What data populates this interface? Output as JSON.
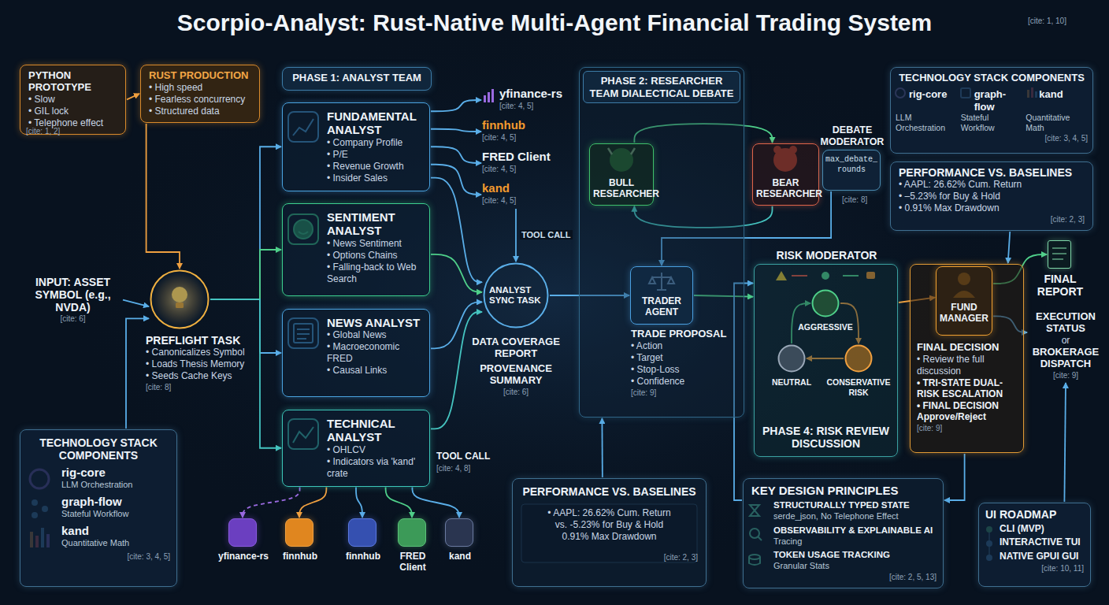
{
  "diagram": {
    "title": "Scorpio-Analyst: Rust-Native Multi-Agent Financial Trading System",
    "nodes": [
      {
        "text": [
          "PYTHON PROTOTYPE",
          "• Slow",
          "• GIL lock",
          "• Telephone effect"
        ]
      },
      {
        "text": [
          "RUST PRODUCTION",
          "• High speed",
          "• Fearless concurrency",
          "• Structured data"
        ]
      },
      {
        "text": [
          "INPUT: ASSET SYMBOL (e.g., NVDA)",
          "[cite: 6]"
        ]
      },
      {
        "text": [
          "PREFLIGHT TASK",
          "• Canonicalizes Symbol",
          "• Loads Thesis Memory",
          "• Seeds Cache Keys",
          "[cite: 8]"
        ]
      },
      {
        "text": [
          "PHASE 1: ANALYST TEAM"
        ]
      },
      {
        "text": [
          "FUNDAMENTAL ANALYST",
          "• Company Profile",
          "• P/E",
          "• Revenue Growth",
          "• Insider Sales"
        ]
      },
      {
        "text": [
          "SENTIMENT ANALYST",
          "• News Sentiment",
          "• Options Chains",
          "• Falling-back to Web Search"
        ]
      },
      {
        "text": [
          "NEWS ANALYST",
          "• Global News",
          "• Macroeconomic FRED",
          "• Causal Links"
        ]
      },
      {
        "text": [
          "TECHNICAL ANALYST",
          "• OHLCV",
          "• Indicators via 'kand' crate"
        ]
      },
      {
        "text": [
          "yfinance-rs",
          "[cite: 4, 5]"
        ]
      },
      {
        "text": [
          "finnhub",
          "[cite: 4, 5]"
        ]
      },
      {
        "text": [
          "FRED Client",
          "[cite: 4, 5]"
        ]
      },
      {
        "text": [
          "kand",
          "[cite: 4, 5]"
        ]
      },
      {
        "text": [
          "ANALYST SYNC TASK",
          "DATA COVERAGE REPORT",
          "PROVENANCE SUMMARY",
          "[cite: 6]"
        ]
      },
      {
        "text": [
          "yfinance-rs"
        ]
      },
      {
        "text": [
          "finnhub"
        ]
      },
      {
        "text": [
          "finnhub"
        ]
      },
      {
        "text": [
          "FRED Client"
        ]
      },
      {
        "text": [
          "kand"
        ]
      },
      {
        "text": [
          "PHASE 2: RESEARCHER TEAM DIALECTICAL DEBATE"
        ]
      },
      {
        "text": [
          "BULL RESEARCHER"
        ],
        "in": 19
      },
      {
        "text": [
          "BEAR RESEARCHER"
        ]
      },
      {
        "text": [
          "DEBATE MODERATOR",
          "max_debate_ rounds",
          "[cite: 8]"
        ]
      },
      {
        "text": [
          "TRADER AGENT",
          "TRADE PROPOSAL",
          "• Action",
          "• Target",
          "• Stop-Loss",
          "• Confidence",
          "[cite: 9]"
        ],
        "in": 19
      },
      {
        "text": [
          "RISK MODERATOR",
          "PHASE 4: RISK REVIEW DISCUSSION"
        ]
      },
      {
        "text": [
          "AGGRESSIVE"
        ],
        "in": 24
      },
      {
        "text": [
          "CONSERVATIVE RISK"
        ],
        "in": 24
      },
      {
        "text": [
          "NEUTRAL"
        ],
        "in": 24
      },
      {
        "text": [
          "FINAL DECISION",
          "• Review the full discussion",
          "• TRI-STATE DUAL-RISK ESCALATION",
          "• FINAL DECISION Approve/Reject",
          "[cite: 9]"
        ]
      },
      {
        "text": [
          "FUND MANAGER"
        ],
        "in": 28
      },
      {
        "text": [
          "FINAL REPORT"
        ]
      },
      {
        "text": [
          "EXECUTION STATUS",
          "or",
          "BROKERAGE DISPATCH",
          "[cite: 9]"
        ]
      },
      {
        "text": [
          "TECHNOLOGY STACK COMPONENTS",
          "rig-core",
          "LLM Orchestration",
          "graph-flow",
          "Stateful Workflow",
          "kand",
          "Quantitative Math",
          "[cite: 3, 4, 5]"
        ]
      },
      {
        "text": [
          "PERFORMANCE VS. BASELINES",
          "• AAPL: 26.62% Cum. Return",
          "• –5.23% for Buy & Hold",
          "• 0.91% Max Drawdown",
          "[cite: 2, 3]"
        ]
      },
      {
        "text": [
          "TECHNOLOGY STACK COMPONENTS",
          "rig-core",
          "LLM Orchestration",
          "graph-flow",
          "Stateful Workflow",
          "kand",
          "Quantitative Math",
          "[cite: 3, 4, 5]"
        ]
      },
      {
        "text": [
          "PERFORMANCE VS. BASELINES",
          "• AAPL: 26.62% Cum. Return",
          "vs. -5.23% for Buy & Hold",
          "0.91% Max Drawdown",
          "[cite: 2, 3]"
        ]
      },
      {
        "text": [
          "KEY DESIGN PRINCIPLES",
          "STRUCTURALLY TYPED STATE",
          "serde_json, No Telephone Effect",
          "OBSERVABILITY & EXPLAINABLE AI",
          "Tracing",
          "TOKEN USAGE TRACKING",
          "Granular Stats",
          "[cite: 2, 5, 13]"
        ]
      },
      {
        "text": [
          "UI ROADMAP",
          "CLI (MVP)",
          "INTERACTIVE TUI",
          "NATIVE GPUI GUI",
          "[cite: 10, 11]"
        ]
      }
    ],
    "edges": [
      {
        "from": 0,
        "to": 1,
        "arrow": "to"
      },
      {
        "from": 1,
        "to": 3,
        "arrow": "to"
      },
      {
        "from": 2,
        "to": 3,
        "arrow": "to"
      },
      {
        "from": 34,
        "to": 3,
        "arrow": "to"
      },
      {
        "from": 3,
        "to": 5,
        "arrow": "to"
      },
      {
        "from": 3,
        "to": 6,
        "arrow": "to"
      },
      {
        "from": 3,
        "to": 7,
        "arrow": "to"
      },
      {
        "from": 3,
        "to": 8,
        "arrow": "to"
      },
      {
        "from": 5,
        "to": 9,
        "arrow": "to"
      },
      {
        "from": 5,
        "to": 10,
        "arrow": "to"
      },
      {
        "from": 5,
        "to": 11,
        "arrow": "to"
      },
      {
        "from": 5,
        "to": 12,
        "arrow": "to"
      },
      {
        "from": 12,
        "to": 13,
        "label": "TOOL CALL",
        "arrow": "to"
      },
      {
        "from": 5,
        "to": 13,
        "arrow": "to"
      },
      {
        "from": 6,
        "to": 13,
        "arrow": "to"
      },
      {
        "from": 7,
        "to": 13,
        "arrow": "to"
      },
      {
        "from": 8,
        "to": 13,
        "arrow": "to"
      },
      {
        "from": 8,
        "to": 14,
        "arrow": "to"
      },
      {
        "from": 8,
        "to": 15,
        "arrow": "to"
      },
      {
        "from": 8,
        "to": 16,
        "arrow": "to"
      },
      {
        "from": 8,
        "to": 17,
        "arrow": "to"
      },
      {
        "from": 8,
        "to": 18,
        "arrow": "to"
      },
      {
        "from": 13,
        "to": 23,
        "arrow": "to"
      },
      {
        "from": 20,
        "to": 21,
        "arrow": "to"
      },
      {
        "from": 21,
        "to": 20,
        "arrow": "to"
      },
      {
        "from": 22,
        "to": 23,
        "arrow": "to"
      },
      {
        "from": 23,
        "to": 24,
        "arrow": "to"
      },
      {
        "from": 25,
        "to": 26,
        "arrow": "to"
      },
      {
        "from": 26,
        "to": 27,
        "arrow": "to"
      },
      {
        "from": 27,
        "to": 25,
        "arrow": "to"
      },
      {
        "from": 24,
        "to": 29,
        "arrow": "to"
      },
      {
        "from": 29,
        "to": 30,
        "arrow": "to"
      },
      {
        "from": 29,
        "to": 31,
        "arrow": "to"
      },
      {
        "from": 28,
        "to": 36,
        "arrow": "to"
      },
      {
        "from": 37,
        "to": 31,
        "arrow": "to"
      },
      {
        "from": 35,
        "to": 19,
        "arrow": "to"
      },
      {
        "from": 36,
        "to": 24,
        "arrow": "to"
      },
      {
        "from": 33,
        "to": 28,
        "arrow": "to"
      }
    ],
    "labels": [
      "[cite: 1, 10]",
      "[cite: 1, 2]",
      "TOOL CALL",
      "[cite: 4, 8]"
    ]
  }
}
